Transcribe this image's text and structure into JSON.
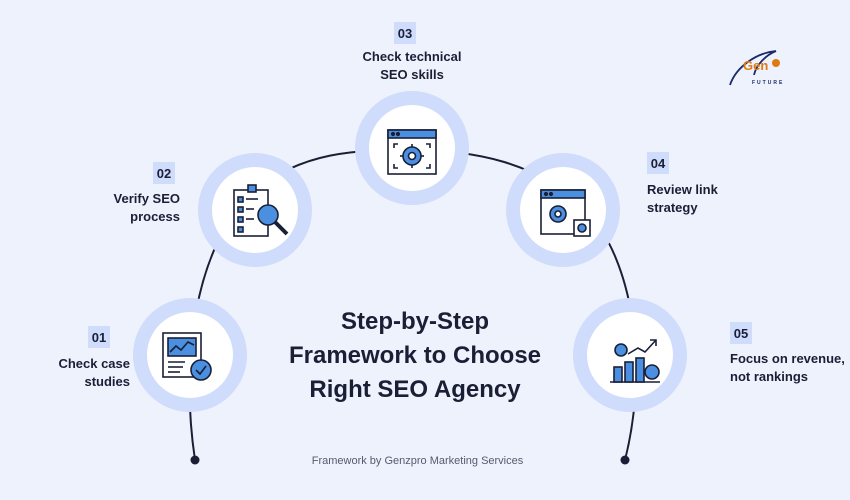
{
  "title_lines": [
    "Step-by-Step",
    "Framework to Choose",
    "Right SEO Agency"
  ],
  "credit": "Framework by Genzpro Marketing Services",
  "logo": {
    "text": "Gen",
    "sub": "FUTURE"
  },
  "steps": [
    {
      "num": "01",
      "label_lines": [
        "Check case",
        "studies"
      ],
      "icon": "case-study-report-icon"
    },
    {
      "num": "02",
      "label_lines": [
        "Verify SEO",
        "process"
      ],
      "icon": "checklist-magnifier-icon"
    },
    {
      "num": "03",
      "label_lines": [
        "Check technical",
        "SEO skills"
      ],
      "icon": "browser-gear-icon"
    },
    {
      "num": "04",
      "label_lines": [
        "Review link",
        "strategy"
      ],
      "icon": "window-gears-icon"
    },
    {
      "num": "05",
      "label_lines": [
        "Focus on revenue,",
        "not rankings"
      ],
      "icon": "revenue-chart-icon"
    }
  ],
  "colors": {
    "background": "#eef2fd",
    "ring": "#cfdcfb",
    "circle_fill": "#ffffff",
    "icon_stroke": "#1a1f36",
    "icon_accent": "#4a8fe0",
    "logo_orange": "#e07a10",
    "logo_navy": "#1b2a6b"
  }
}
